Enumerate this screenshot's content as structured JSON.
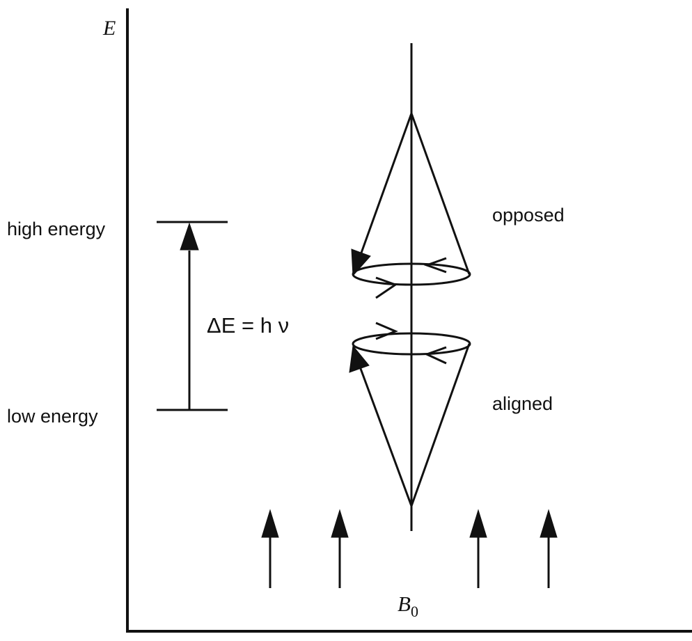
{
  "diagram": {
    "axis_label_y": "E",
    "field_label_main": "B",
    "field_label_sub": "0",
    "high_label": "high energy",
    "low_label": "low energy",
    "delta_label": "ΔE = h ν",
    "upper_state_label": "opposed",
    "lower_state_label": "aligned"
  }
}
